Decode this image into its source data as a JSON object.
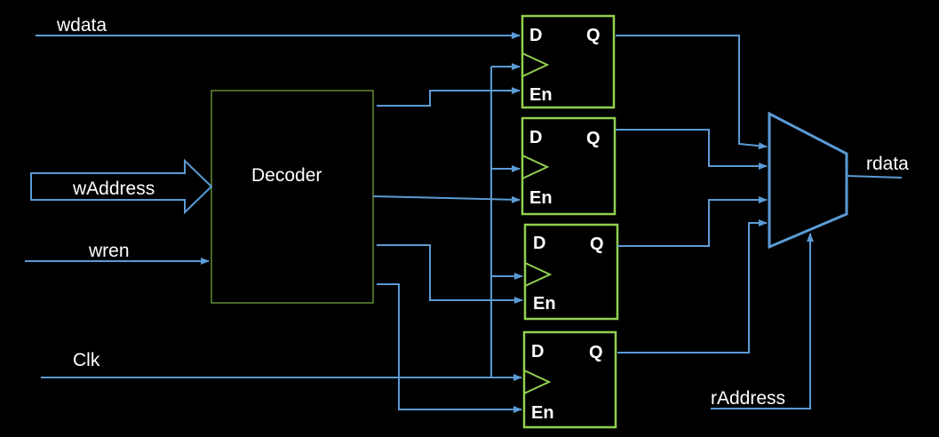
{
  "signals": {
    "wdata": "wdata",
    "waddress": "wAddress",
    "wren": "wren",
    "clk": "Clk",
    "rdata": "rdata",
    "raddress": "rAddress"
  },
  "decoder": {
    "label": "Decoder"
  },
  "register": {
    "d": "D",
    "q": "Q",
    "en": "En"
  },
  "colors": {
    "wire": "#5b9bd5",
    "register": "#92d050",
    "background": "#000000",
    "text": "#ffffff"
  }
}
